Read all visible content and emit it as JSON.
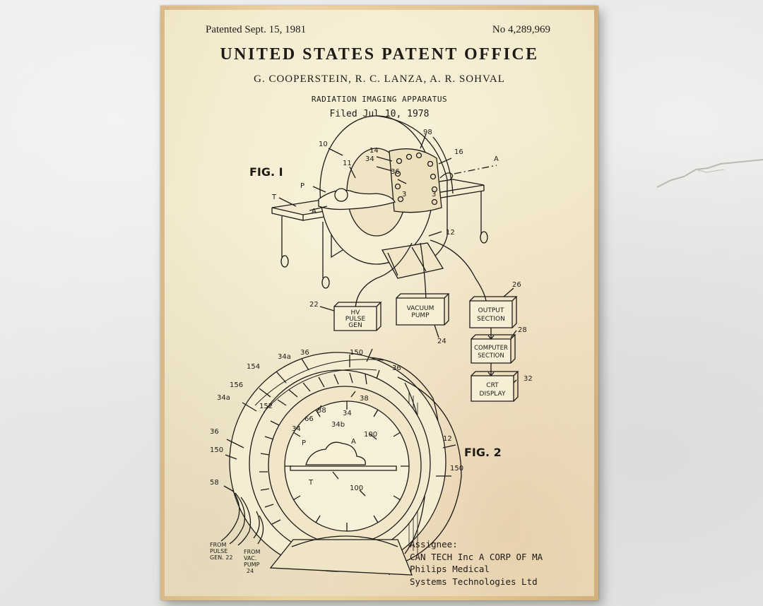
{
  "header": {
    "patented": "Patented Sept. 15, 1981",
    "number": "No 4,289,969"
  },
  "office": "UNITED STATES PATENT OFFICE",
  "inventors": "G. COOPERSTEIN, R. C. LANZA, A. R. SOHVAL",
  "invention_title": "RADIATION IMAGING APPARATUS",
  "filed": "Filed Jul 10, 1978",
  "fig1": {
    "label": "FIG. I",
    "refs": [
      "10",
      "11",
      "98",
      "14",
      "34",
      "16",
      "36",
      "A",
      "P",
      "T",
      "A",
      "3",
      "3",
      "12"
    ],
    "boxes": {
      "hv_pulse_gen": [
        "HV",
        "PULSE",
        "GEN"
      ],
      "vacuum_pump": [
        "VACUUM",
        "PUMP"
      ],
      "output_section": [
        "OUTPUT",
        "SECTION"
      ],
      "computer_section": [
        "COMPUTER",
        "SECTION"
      ],
      "crt_display": [
        "CRT",
        "DISPLAY"
      ]
    },
    "box_refs": {
      "hv": "22",
      "vacuum": "24",
      "output": "26",
      "computer": "28",
      "crt": "32"
    }
  },
  "fig2": {
    "label": "FIG. 2",
    "refs": [
      "34a",
      "36",
      "150",
      "154",
      "156",
      "36",
      "34a",
      "152",
      "38",
      "66",
      "38",
      "34",
      "34",
      "34b",
      "100",
      "36",
      "150",
      "58",
      "P",
      "A",
      "T",
      "12",
      "150",
      "100"
    ],
    "from_pulse": [
      "FROM",
      "PULSE",
      "GEN. 22"
    ],
    "from_vac": [
      "FROM",
      "VAC.",
      "PUMP",
      "24"
    ]
  },
  "assignee": {
    "heading": "Assignee:",
    "lines": [
      "CAN TECH Inc A CORP OF MA",
      "Philips Medical",
      "Systems Technologies Ltd"
    ]
  }
}
